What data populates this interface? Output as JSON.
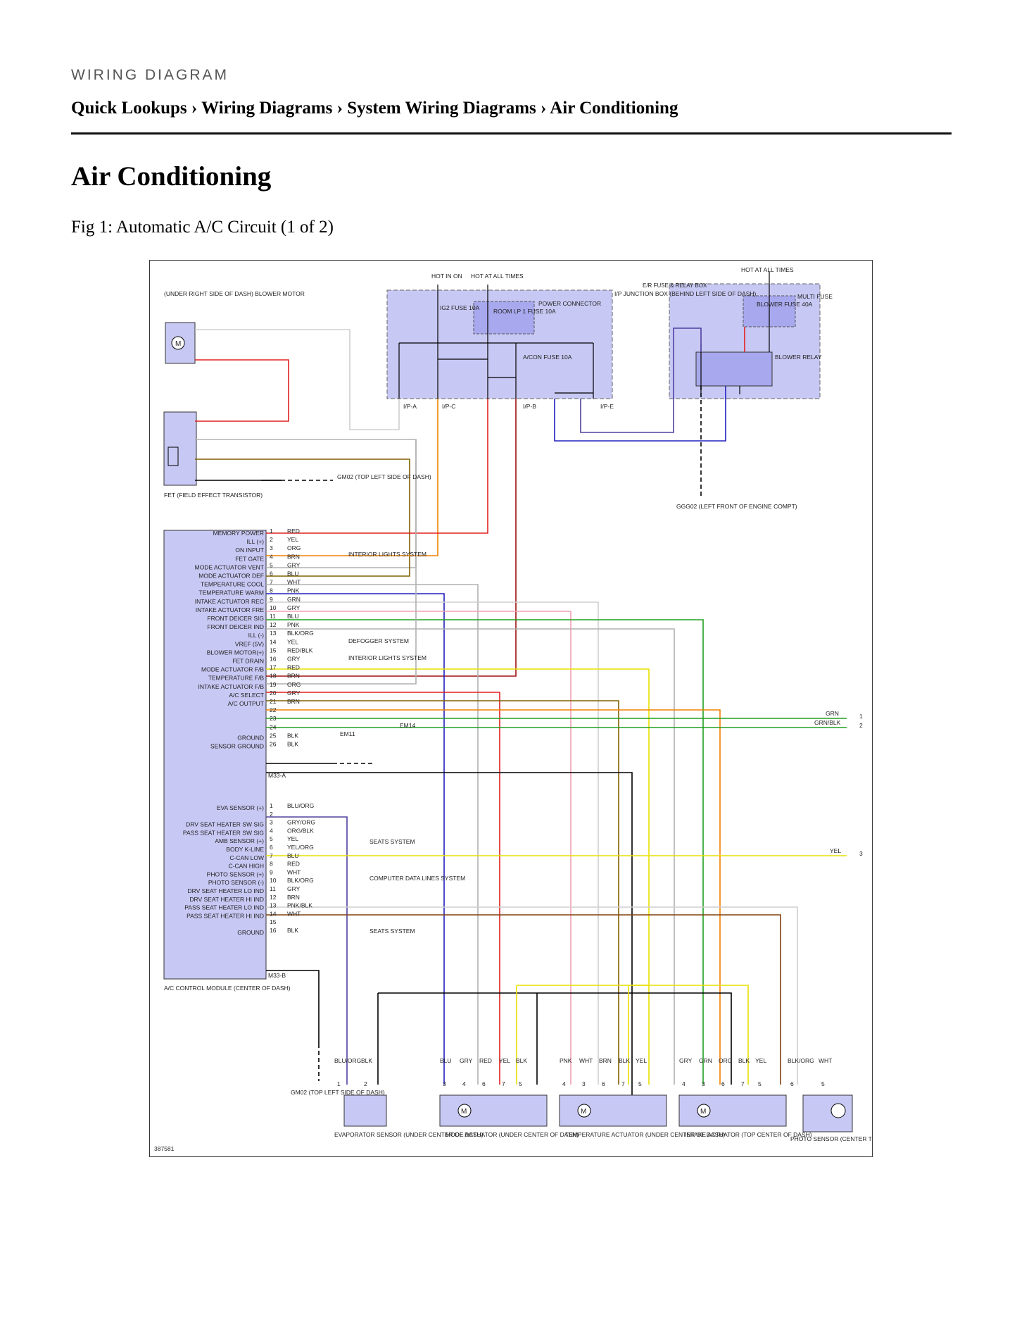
{
  "header": {
    "section_label": "WIRING DIAGRAM",
    "breadcrumb": [
      "Quick Lookups",
      "Wiring Diagrams",
      "System Wiring Diagrams",
      "Air Conditioning"
    ],
    "separator": "›"
  },
  "title": "Air Conditioning",
  "figure_caption": "Fig 1: Automatic A/C Circuit (1 of 2)",
  "diagram": {
    "figure_id": "387581",
    "hot_labels": [
      "HOT IN ON",
      "HOT AT ALL TIMES",
      "HOT AT ALL TIMES"
    ],
    "junction_box": {
      "label": "I/P JUNCTION BOX (BEHIND LEFT SIDE OF DASH)",
      "ig2_fuse": "IG2 FUSE 10A",
      "room_lp_fuse": "ROOM LP 1 FUSE 10A",
      "power_connector": "POWER CONNECTOR",
      "acon_fuse": "A/CON FUSE 10A",
      "connectors": [
        "I/P-A",
        "I/P-C",
        "I/P-B",
        "I/P-E"
      ]
    },
    "er_box": {
      "label": "E/R FUSE & RELAY BOX",
      "multi_fuse": "MULTI FUSE",
      "blower_fuse": "BLOWER FUSE 40A",
      "blower_relay": "BLOWER RELAY"
    },
    "blower_motor": "(UNDER RIGHT SIDE OF DASH) BLOWER MOTOR",
    "fet": "FET (FIELD EFFECT TRANSISTOR)",
    "grounds": {
      "gm02": "GM02 (TOP LEFT SIDE OF DASH)",
      "ggg02": "GGG02 (LEFT FRONT OF ENGINE COMPT)",
      "gm02_bottom": "GM02 (TOP LEFT SIDE OF DASH)"
    },
    "module": {
      "label": "A/C CONTROL MODULE (CENTER OF DASH)",
      "connector_a": "M33-A",
      "connector_b": "M33-B",
      "pins_a": [
        {
          "pin": "1",
          "name": "MEMORY POWER",
          "wire": "RED",
          "color": "#e02020"
        },
        {
          "pin": "2",
          "name": "ILL (+)",
          "wire": "YEL",
          "color": "#e8e000"
        },
        {
          "pin": "3",
          "name": "ON INPUT",
          "wire": "ORG",
          "color": "#f08000"
        },
        {
          "pin": "4",
          "name": "FET GATE",
          "wire": "BRN",
          "color": "#806000"
        },
        {
          "pin": "5",
          "name": "MODE ACTUATOR VENT",
          "wire": "GRY",
          "color": "#b0b0b0"
        },
        {
          "pin": "6",
          "name": "MODE ACTUATOR DEF",
          "wire": "BLU",
          "color": "#2020c0"
        },
        {
          "pin": "7",
          "name": "TEMPERATURE COOL",
          "wire": "WHT",
          "color": "#cfcfcf"
        },
        {
          "pin": "8",
          "name": "TEMPERATURE WARM",
          "wire": "PNK",
          "color": "#f0a0b0"
        },
        {
          "pin": "9",
          "name": "INTAKE ACTUATOR REC",
          "wire": "GRN",
          "color": "#20a020"
        },
        {
          "pin": "10",
          "name": "INTAKE ACTUATOR FRE",
          "wire": "GRY",
          "color": "#b0b0b0"
        },
        {
          "pin": "11",
          "name": "FRONT DEICER SIG",
          "wire": "BLU",
          "color": "#2020c0"
        },
        {
          "pin": "12",
          "name": "FRONT DEICER IND",
          "wire": "PNK",
          "color": "#f0a0b0"
        },
        {
          "pin": "13",
          "name": "ILL (-)",
          "wire": "BLK/ORG",
          "color": "#804010"
        },
        {
          "pin": "14",
          "name": "VREF (5V)",
          "wire": "YEL",
          "color": "#e8e000"
        },
        {
          "pin": "15",
          "name": "BLOWER MOTOR(+)",
          "wire": "RED/BLK",
          "color": "#a01010"
        },
        {
          "pin": "16",
          "name": "FET DRAIN",
          "wire": "GRY",
          "color": "#b0b0b0"
        },
        {
          "pin": "17",
          "name": "MODE ACTUATOR F/B",
          "wire": "RED",
          "color": "#e02020"
        },
        {
          "pin": "18",
          "name": "TEMPERATURE F/B",
          "wire": "BRN",
          "color": "#806000"
        },
        {
          "pin": "19",
          "name": "INTAKE ACTUATOR F/B",
          "wire": "ORG",
          "color": "#f08000"
        },
        {
          "pin": "20",
          "name": "A/C SELECT",
          "wire": "GRY",
          "color": "#b0b0b0"
        },
        {
          "pin": "21",
          "name": "A/C OUTPUT",
          "wire": "BRN",
          "color": "#806000"
        },
        {
          "pin": "22",
          "name": "",
          "wire": "",
          "color": "#000000"
        },
        {
          "pin": "23",
          "name": "",
          "wire": "",
          "color": "#000000"
        },
        {
          "pin": "24",
          "name": "",
          "wire": "",
          "color": "#000000"
        },
        {
          "pin": "25",
          "name": "GROUND",
          "wire": "BLK",
          "color": "#000000"
        },
        {
          "pin": "26",
          "name": "SENSOR GROUND",
          "wire": "BLK",
          "color": "#000000"
        }
      ],
      "pins_b": [
        {
          "pin": "1",
          "name": "EVA SENSOR (+)",
          "wire": "BLU/ORG",
          "color": "#5040a0"
        },
        {
          "pin": "2",
          "name": "",
          "wire": "",
          "color": "#000000"
        },
        {
          "pin": "3",
          "name": "DRV SEAT HEATER SW SIG",
          "wire": "GRY/ORG",
          "color": "#c09050"
        },
        {
          "pin": "4",
          "name": "PASS SEAT HEATER SW SIG",
          "wire": "ORG/BLK",
          "color": "#804010"
        },
        {
          "pin": "5",
          "name": "AMB SENSOR (+)",
          "wire": "YEL",
          "color": "#e8e000"
        },
        {
          "pin": "6",
          "name": "BODY K-LINE",
          "wire": "YEL/ORG",
          "color": "#e0b000"
        },
        {
          "pin": "7",
          "name": "C-CAN LOW",
          "wire": "BLU",
          "color": "#2020c0"
        },
        {
          "pin": "8",
          "name": "C-CAN HIGH",
          "wire": "RED",
          "color": "#e02020"
        },
        {
          "pin": "9",
          "name": "PHOTO SENSOR (+)",
          "wire": "WHT",
          "color": "#cfcfcf"
        },
        {
          "pin": "10",
          "name": "PHOTO SENSOR (-)",
          "wire": "BLK/ORG",
          "color": "#804010"
        },
        {
          "pin": "11",
          "name": "DRV SEAT HEATER LO IND",
          "wire": "GRY",
          "color": "#b0b0b0"
        },
        {
          "pin": "12",
          "name": "DRV SEAT HEATER HI IND",
          "wire": "BRN",
          "color": "#806000"
        },
        {
          "pin": "13",
          "name": "PASS SEAT HEATER LO IND",
          "wire": "PNK/BLK",
          "color": "#a05070"
        },
        {
          "pin": "14",
          "name": "PASS SEAT HEATER HI IND",
          "wire": "WHT",
          "color": "#cfcfcf"
        },
        {
          "pin": "15",
          "name": "",
          "wire": "",
          "color": "#000000"
        },
        {
          "pin": "16",
          "name": "GROUND",
          "wire": "BLK",
          "color": "#000000"
        }
      ]
    },
    "systems": {
      "interior_lights": "INTERIOR LIGHTS SYSTEM",
      "defogger": "DEFOGGER SYSTEM",
      "seats": "SEATS SYSTEM",
      "computer_data": "COMPUTER DATA LINES SYSTEM"
    },
    "connectors_inline": {
      "em14": "EM14",
      "em11": "EM11"
    },
    "offpage": [
      {
        "wire": "GRN",
        "num": "1"
      },
      {
        "wire": "GRN/BLK",
        "num": "2"
      },
      {
        "wire": "YEL",
        "num": "3"
      }
    ],
    "bottom_components": [
      {
        "name": "EVAPORATOR SENSOR (UNDER CENTER OF DASH)",
        "wires": [
          "BLU/ORG",
          "BLK"
        ],
        "pins": [
          "1",
          "2"
        ]
      },
      {
        "name": "MODE ACTUATOR (UNDER CENTER OF DASH)",
        "wires": [
          "BLU",
          "GRY",
          "RED",
          "YEL",
          "BLK"
        ],
        "pins": [
          "3",
          "4",
          "6",
          "7",
          "5"
        ]
      },
      {
        "name": "TEMPERATURE ACTUATOR (UNDER CENTER OF DASH)",
        "wires": [
          "PNK",
          "WHT",
          "BRN",
          "BLK",
          "YEL"
        ],
        "pins": [
          "4",
          "3",
          "6",
          "7",
          "5"
        ]
      },
      {
        "name": "INTAKE ACTUATOR (TOP CENTER OF DASH)",
        "wires": [
          "GRY",
          "GRN",
          "ORG",
          "BLK",
          "YEL"
        ],
        "pins": [
          "4",
          "3",
          "6",
          "7",
          "5"
        ]
      },
      {
        "name": "PHOTO SENSOR (CENTER TOP OF DASH)",
        "wires": [
          "BLK/ORG",
          "WHT"
        ],
        "pins": [
          "6",
          "5"
        ]
      }
    ]
  }
}
